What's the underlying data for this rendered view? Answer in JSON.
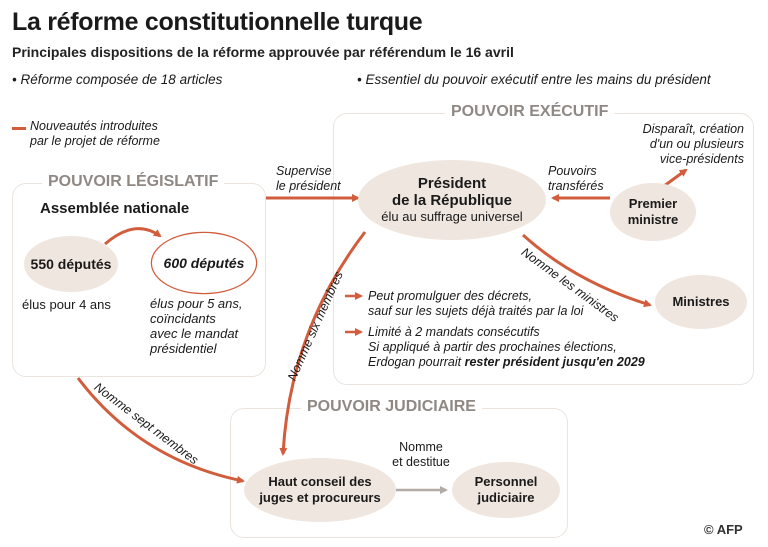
{
  "header": {
    "title": "La réforme constitutionnelle turque",
    "subtitle": "Principales dispositions de la réforme approuvée par référendum le 16 avril",
    "bullet_left": "• Réforme composée de 18 articles",
    "bullet_right": "• Essentiel du pouvoir exécutif entre les mains du président"
  },
  "legend": {
    "line1": "Nouveautés introduites",
    "line2": "par le projet de réforme",
    "color": "#d15d3c"
  },
  "legislatif": {
    "title": "POUVOIR LÉGISLATIF",
    "assembly": "Assemblée nationale",
    "old_deputies": "550 députés",
    "old_term": "élus pour 4 ans",
    "new_deputies": "600 députés",
    "new_term_lines": [
      "élus pour 5 ans,",
      "coïncidants",
      "avec le mandat",
      "présidentiel"
    ]
  },
  "executif": {
    "title": "POUVOIR EXÉCUTIF",
    "president_line1": "Président",
    "president_line2": "de la République",
    "president_sub": "élu au suffrage universel",
    "pm_line1": "Premier",
    "pm_line2": "ministre",
    "ministers": "Ministres",
    "vp_lines": [
      "Disparaît, création",
      "d'un ou plusieurs",
      "vice-présidents"
    ],
    "transfer_lines": [
      "Pouvoirs",
      "transférés"
    ],
    "supervise_lines": [
      "Supervise",
      "le président"
    ],
    "names_ministers": "Nomme les ministres",
    "decrees_lines": [
      "Peut promulguer des décrets,",
      "sauf sur les sujets déjà traités par la loi"
    ],
    "mandates_line1": "Limité à 2 mandats consécutifs",
    "mandates_line2": "Si appliqué à partir des prochaines élections,",
    "mandates_line3a": "Erdogan pourrait ",
    "mandates_line3b": "rester président jusqu'en 2029"
  },
  "judiciaire": {
    "title": "POUVOIR JUDICIAIRE",
    "council_line1": "Haut conseil des",
    "council_line2": "juges et procureurs",
    "staff_line1": "Personnel",
    "staff_line2": "judiciaire",
    "appoint_lines": [
      "Nomme",
      "et destitue"
    ]
  },
  "edges": {
    "six_members": "Nomme six membres",
    "seven_members": "Nomme sept membres"
  },
  "credit": "© AFP",
  "colors": {
    "accent": "#d15d3c",
    "node_fill": "#efe6df",
    "panel_border": "#ebe4de",
    "section_title": "#8f8883",
    "grey_arrow": "#b3aca6"
  }
}
